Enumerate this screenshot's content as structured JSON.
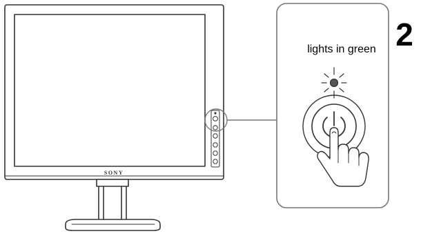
{
  "monitor": {
    "brand_label": "SONY"
  },
  "callout": {
    "indicator_label": "lights in green",
    "step_number": "2",
    "power_symbol_icon": "power-icon",
    "finger_icon": "pointing-finger-icon"
  },
  "colors": {
    "line": "#333333",
    "screen_fill": "#ffffff",
    "callout_border": "#777777"
  }
}
